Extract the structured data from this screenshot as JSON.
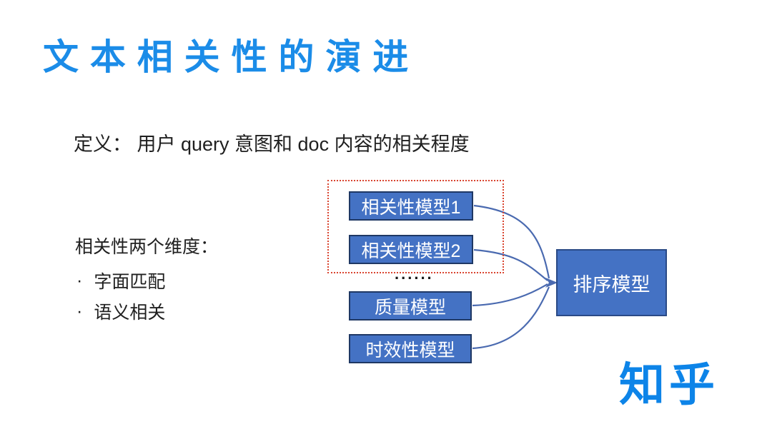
{
  "slide": {
    "title": "文 本 相 关 性 的 演 进",
    "definition": "定义： 用户 query 意图和 doc 内容的相关程度",
    "dimensions": {
      "heading": "相关性两个维度：",
      "bullet_char": "·",
      "bullets": [
        "字面匹配",
        "语义相关"
      ]
    },
    "diagram": {
      "model_boxes": [
        "相关性模型1",
        "相关性模型2",
        "质量模型",
        "时效性模型"
      ],
      "ellipsis": "......",
      "output_box": "排序模型"
    },
    "logo": "知乎",
    "colors": {
      "title_blue": "#1b8ce8",
      "box_fill": "#4472c4",
      "box_border": "#1f3864",
      "arrow_blue": "#4a6ab0",
      "dashed_red": "#d9442f",
      "logo_blue": "#0d84e8",
      "text": "#1f1f1f"
    }
  }
}
